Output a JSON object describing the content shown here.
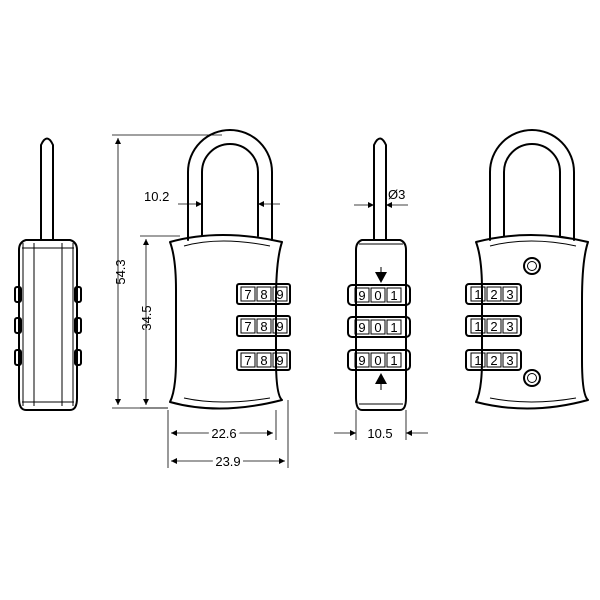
{
  "dimensions": {
    "overall_height": "54.3",
    "body_height": "34.5",
    "shackle_inner_width": "10.2",
    "shackle_diameter": "Ø3",
    "body_width_inner": "22.6",
    "body_width_overall": "23.9",
    "body_depth": "10.5"
  },
  "dials": {
    "front_view": [
      "7",
      "8",
      "9"
    ],
    "side_view": [
      "9",
      "0",
      "1"
    ],
    "back_view": [
      "1",
      "2",
      "3"
    ]
  }
}
